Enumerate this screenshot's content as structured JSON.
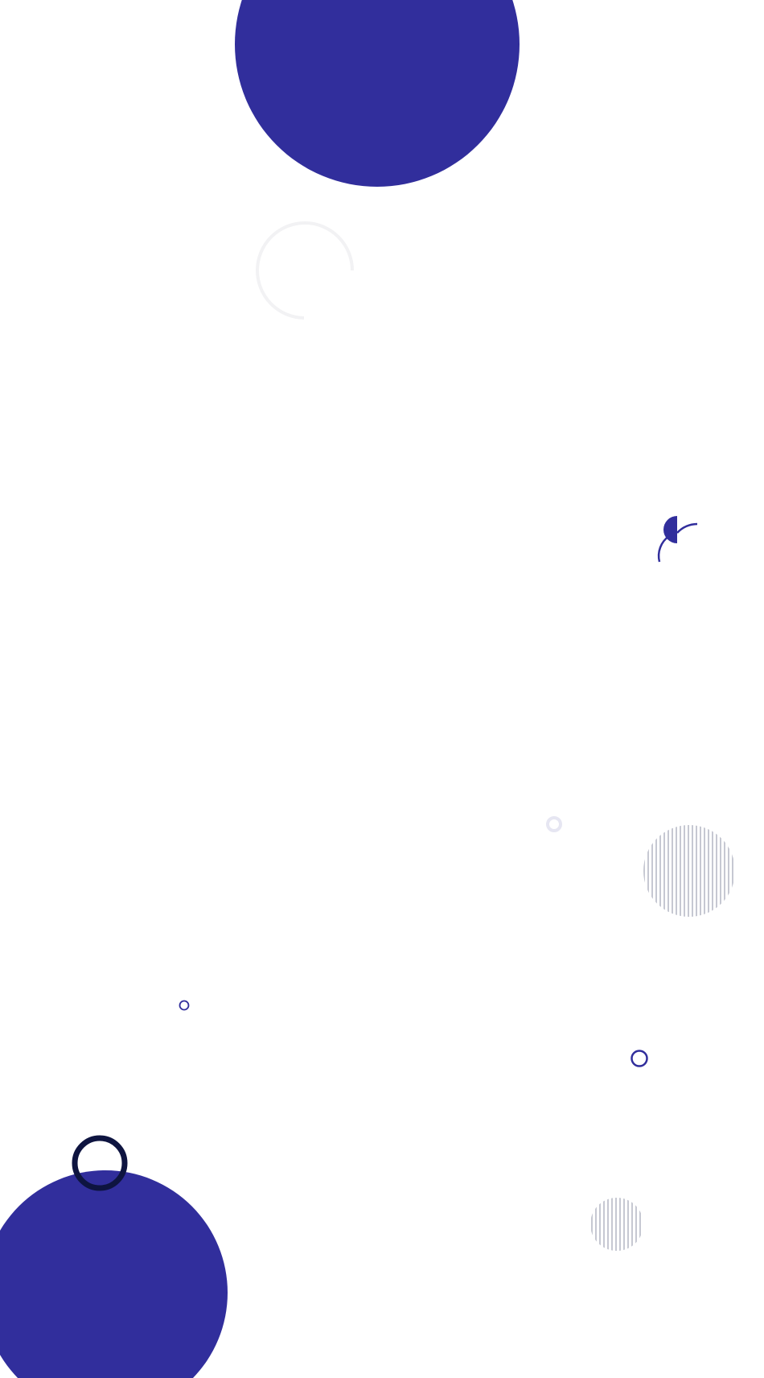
{
  "palette": {
    "background": "#ffffff",
    "primary": "#312e9c",
    "navy": "#0e1440",
    "hatch": "#c6c8d2",
    "pale_ring": "#f2f2f4",
    "soft_ring": "#e6e6f2"
  },
  "decorations": [
    {
      "kind": "filled-circle",
      "name": "top-blob-circle",
      "color": "primary"
    },
    {
      "kind": "arc",
      "name": "faint-arc-ring",
      "color": "pale_ring"
    },
    {
      "kind": "half-circle",
      "name": "half-circle-with-arcs",
      "color": "primary"
    },
    {
      "kind": "ring",
      "name": "soft-small-ring",
      "color": "soft_ring"
    },
    {
      "kind": "hatched-circle",
      "name": "hatched-circle-large",
      "color": "hatch"
    },
    {
      "kind": "ring",
      "name": "tiny-ring-left",
      "color": "primary"
    },
    {
      "kind": "ring",
      "name": "small-ring-right",
      "color": "primary"
    },
    {
      "kind": "ring",
      "name": "navy-ring",
      "color": "navy"
    },
    {
      "kind": "filled-circle",
      "name": "bottom-blob-circle",
      "color": "primary"
    },
    {
      "kind": "hatched-circle",
      "name": "hatched-circle-small",
      "color": "hatch"
    }
  ]
}
